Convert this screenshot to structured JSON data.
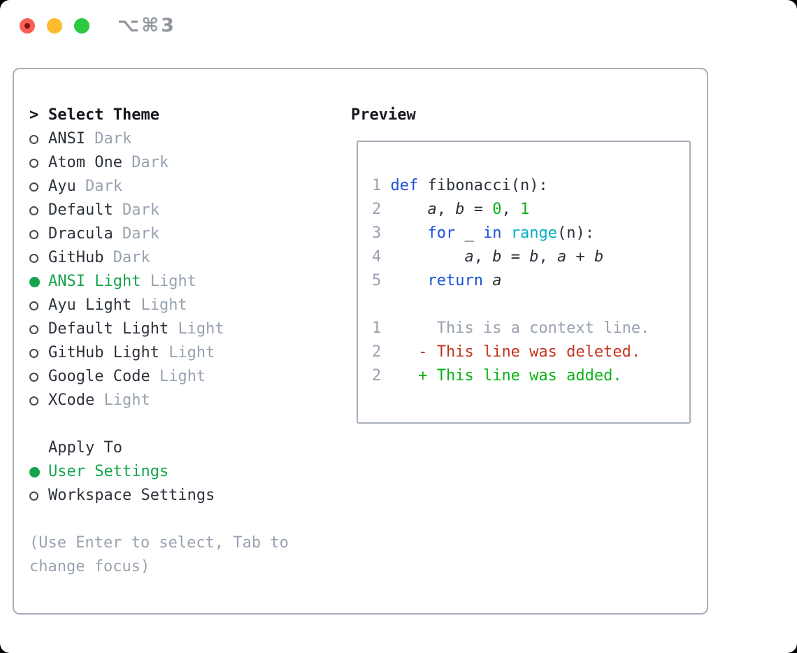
{
  "window": {
    "title": "⌥⌘3"
  },
  "titlebar": {
    "buttons": [
      "close",
      "minimize",
      "zoom"
    ]
  },
  "theme_list": {
    "prompt": ">",
    "header": "Select Theme",
    "items": [
      {
        "name": "ANSI",
        "variant": "Dark",
        "selected": false
      },
      {
        "name": "Atom One",
        "variant": "Dark",
        "selected": false
      },
      {
        "name": "Ayu",
        "variant": "Dark",
        "selected": false
      },
      {
        "name": "Default",
        "variant": "Dark",
        "selected": false
      },
      {
        "name": "Dracula",
        "variant": "Dark",
        "selected": false
      },
      {
        "name": "GitHub",
        "variant": "Dark",
        "selected": false
      },
      {
        "name": "ANSI Light",
        "variant": "Light",
        "selected": true
      },
      {
        "name": "Ayu Light",
        "variant": "Light",
        "selected": false
      },
      {
        "name": "Default Light",
        "variant": "Light",
        "selected": false
      },
      {
        "name": "GitHub Light",
        "variant": "Light",
        "selected": false
      },
      {
        "name": "Google Code",
        "variant": "Light",
        "selected": false
      },
      {
        "name": "XCode",
        "variant": "Light",
        "selected": false
      }
    ]
  },
  "apply_to": {
    "header": "Apply To",
    "options": [
      {
        "label": "User Settings",
        "selected": true
      },
      {
        "label": "Workspace Settings",
        "selected": false
      }
    ]
  },
  "footer_hint": "(Use Enter to select, Tab to change focus)",
  "preview": {
    "label": "Preview",
    "lines": [
      {
        "tokens": [
          {
            "t": "1 ",
            "c": "muted"
          },
          {
            "t": "def",
            "c": "keyword"
          },
          {
            "t": " fibonacci(n):",
            "c": "text"
          }
        ]
      },
      {
        "tokens": [
          {
            "t": "2 ",
            "c": "muted"
          },
          {
            "t": "    ",
            "c": "text"
          },
          {
            "t": "a",
            "c": "variable"
          },
          {
            "t": ", ",
            "c": "text"
          },
          {
            "t": "b",
            "c": "variable"
          },
          {
            "t": " = ",
            "c": "text"
          },
          {
            "t": "0",
            "c": "number_green"
          },
          {
            "t": ", ",
            "c": "text"
          },
          {
            "t": "1",
            "c": "number_green"
          }
        ]
      },
      {
        "tokens": [
          {
            "t": "3 ",
            "c": "muted"
          },
          {
            "t": "    ",
            "c": "text"
          },
          {
            "t": "for",
            "c": "keyword"
          },
          {
            "t": " _ ",
            "c": "text"
          },
          {
            "t": "in",
            "c": "keyword"
          },
          {
            "t": " ",
            "c": "text"
          },
          {
            "t": "range",
            "c": "builtin_cyan"
          },
          {
            "t": "(n):",
            "c": "text"
          }
        ]
      },
      {
        "tokens": [
          {
            "t": "4 ",
            "c": "muted"
          },
          {
            "t": "        ",
            "c": "text"
          },
          {
            "t": "a",
            "c": "variable"
          },
          {
            "t": ", ",
            "c": "text"
          },
          {
            "t": "b",
            "c": "variable"
          },
          {
            "t": " = ",
            "c": "text"
          },
          {
            "t": "b",
            "c": "variable"
          },
          {
            "t": ", ",
            "c": "text"
          },
          {
            "t": "a",
            "c": "variable"
          },
          {
            "t": " + ",
            "c": "text"
          },
          {
            "t": "b",
            "c": "variable"
          }
        ]
      },
      {
        "tokens": [
          {
            "t": "5 ",
            "c": "muted"
          },
          {
            "t": "    ",
            "c": "text"
          },
          {
            "t": "return",
            "c": "keyword"
          },
          {
            "t": " ",
            "c": "text"
          },
          {
            "t": "a",
            "c": "variable"
          }
        ]
      },
      {
        "tokens": []
      },
      {
        "tokens": [
          {
            "t": "1",
            "c": "muted"
          },
          {
            "t": "      ",
            "c": "text"
          },
          {
            "t": "This is a context line.",
            "c": "muted"
          }
        ]
      },
      {
        "tokens": [
          {
            "t": "2",
            "c": "muted"
          },
          {
            "t": "    ",
            "c": "text"
          },
          {
            "t": "- This line was deleted.",
            "c": "deleted_red"
          }
        ]
      },
      {
        "tokens": [
          {
            "t": "2",
            "c": "muted"
          },
          {
            "t": "    ",
            "c": "text"
          },
          {
            "t": "+ This line was added.",
            "c": "added_green"
          }
        ]
      }
    ]
  },
  "colors": {
    "text": "#2c323b",
    "heading": "#15181d",
    "muted": "#98a2b0",
    "border": "#a7aeb9",
    "keyword": "#1a52d9",
    "builtin_cyan": "#00b0c2",
    "number_green": "#0ab317",
    "added_green": "#0ab317",
    "deleted_red": "#c5341f",
    "variable": "#2c323b",
    "selected_green": "#14a44c",
    "titlebar_text": "#8f949d",
    "traffic_red": "#f95f57",
    "traffic_red_dot": "#7f150d",
    "traffic_yellow": "#fdbc2e",
    "traffic_green": "#2bc840"
  }
}
